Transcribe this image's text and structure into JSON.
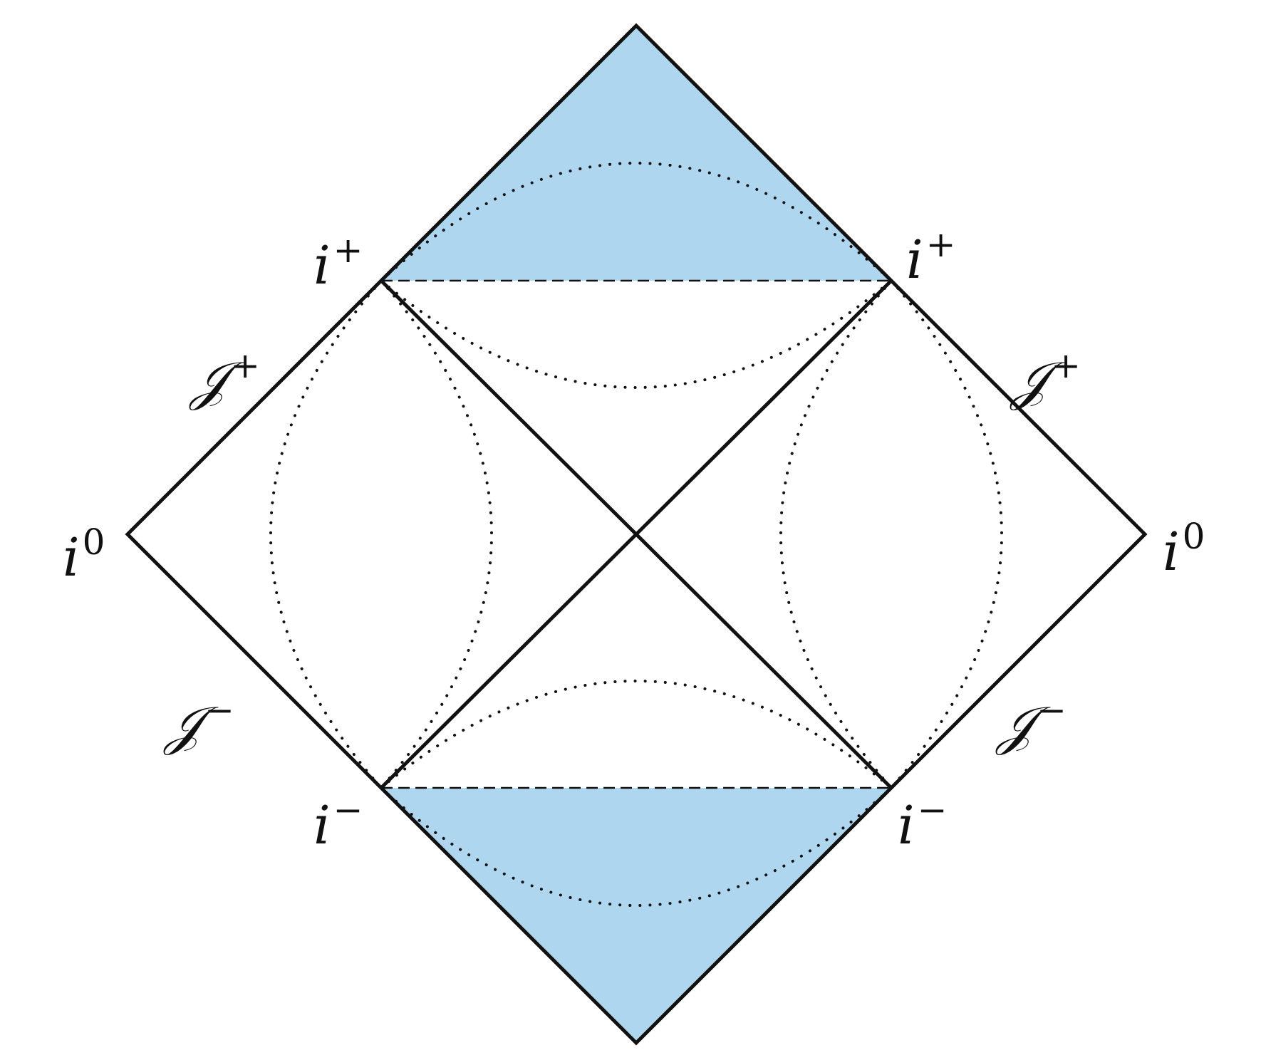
{
  "colors": {
    "shade": "#aed6ee",
    "line": "#111111",
    "background": "#ffffff"
  },
  "labels": {
    "i_plus_left": {
      "base": "i",
      "sup": "+"
    },
    "i_plus_right": {
      "base": "i",
      "sup": "+"
    },
    "i_zero_left": {
      "base": "i",
      "sup": "0"
    },
    "i_zero_right": {
      "base": "i",
      "sup": "0"
    },
    "i_minus_left": {
      "base": "i",
      "sup": "−"
    },
    "i_minus_right": {
      "base": "i",
      "sup": "−"
    },
    "scri_plus_left": {
      "base": "𝒥",
      "sup": "+"
    },
    "scri_plus_right": {
      "base": "𝒥",
      "sup": "+"
    },
    "scri_minus_left": {
      "base": "𝒥",
      "sup": "−"
    },
    "scri_minus_right": {
      "base": "𝒥",
      "sup": "−"
    }
  }
}
